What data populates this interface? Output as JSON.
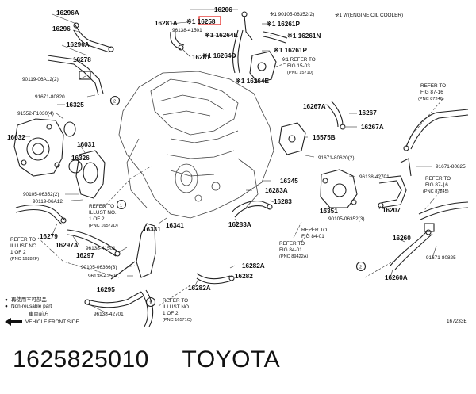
{
  "header_note": "※1 W(ENGINE OIL COOLER)",
  "figure_code": "167233E",
  "highlight_color": "#e53935",
  "parts": {
    "p16296A_top": "16296A",
    "p16296": "16296",
    "p16296A_mid": "16296A",
    "p16278": "16278",
    "p16206": "16206",
    "p16258": "※1 16258",
    "p16281A": "16281A",
    "p96138_41501_top": "96138-41501",
    "p16264E": "※1 16264E",
    "p16281": "16281",
    "p16264D": "※1 16264D",
    "p90105_06352_top": "※1 90105-06352(2)",
    "p16261P_a": "※1 16261P",
    "p16261N": "※1 16261N",
    "p16261P_b": "※1 16261P",
    "p16264E_b": "※1 16264E",
    "p90119_06A12_2": "90119-06A12(2)",
    "p91671_80820_a": "91671-80820",
    "p16325": "16325",
    "p91552_F1030": "91552-F1030(4)",
    "p16032": "16032",
    "p16031": "16031",
    "p16326": "16326",
    "p90105_06352_left": "90105-06352(2)",
    "p90119_06A12": "90119-06A12",
    "p16279": "16279",
    "p16297A": "16297A",
    "p96138_41501_b": "96138-41501",
    "p16297": "16297",
    "p90105_06366": "90105-06366(3)",
    "p96138_42501": "96138-42501",
    "p16295": "16295",
    "p96138_42701_b": "96138-42701",
    "p16331": "16331",
    "p16341": "16341",
    "p16345": "16345",
    "p16283A_a": "16283A",
    "p16283": "16283",
    "p16283A_b": "16283A",
    "p16282A_a": "16282A",
    "p16282": "16282",
    "p16282A_b": "16282A",
    "p16267A_a": "16267A",
    "p16267": "16267",
    "p16267A_b": "16267A",
    "p16575B": "16575B",
    "p91671_80620": "91671-80620(2)",
    "p96138_42701_r": "96138-42701",
    "p16351": "16351",
    "p90105_06352_3": "90105-06352(3)",
    "p16207": "16207",
    "p91671_80825_a": "91671-80825",
    "p16260": "16260",
    "p91671_80825_b": "91671-80825",
    "p16260A": "16260A"
  },
  "refs": {
    "fig15_03": [
      "※1 REFER TO",
      "FIG 15-03",
      "(PNC 15710)"
    ],
    "fig87_16_a": [
      "REFER TO",
      "FIG 87-16",
      "(PNC 87246)"
    ],
    "fig87_16_b": [
      "REFER TO",
      "FIG 87-16",
      "(PNC 87245)"
    ],
    "illust2_a": [
      "REFER TO",
      "ILLUST NO.",
      "1 OF 2",
      "(PNC 16572D)"
    ],
    "illust2_b": [
      "REFER TO",
      "ILLUST NO.",
      "1 OF 2",
      "(PNC 16282F)"
    ],
    "illust2_c": [
      "REFER TO",
      "ILLUST NO.",
      "1 OF 2",
      "(PNC 16571C)"
    ],
    "fig84_01_a": [
      "REFER TO",
      "FIG 84-01"
    ],
    "fig84_01_b": [
      "REFER TO",
      "FIG 84-01",
      "(PNC 89422A)"
    ]
  },
  "legend": {
    "item1": "再使用不可部品",
    "item1_en": "Non-reusable part",
    "item2": "車両前方",
    "item2_en": "VEHICLE FRONT SIDE"
  },
  "caption": {
    "part_number": "1625825010",
    "brand": "TOYOTA"
  }
}
